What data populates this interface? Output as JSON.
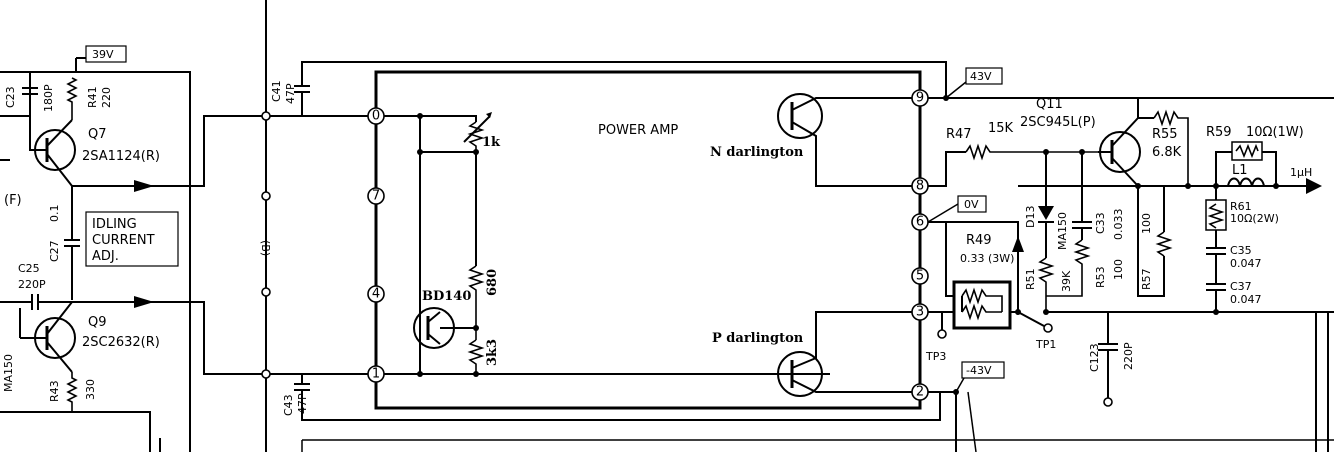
{
  "voltages": {
    "v39": "39V",
    "v43": "43V",
    "v0": "0V",
    "vneg43": "-43V"
  },
  "blocks": {
    "power_amp": "POWER AMP",
    "idling_line1": "IDLING",
    "idling_line2": "CURRENT",
    "idling_line3": "ADJ.",
    "b_label": "(B)"
  },
  "transistors": {
    "q7": "Q7",
    "q7_part": "2SA1124(R)",
    "q9": "Q9",
    "q9_part": "2SC2632(R)",
    "q11": "Q11",
    "q11_part": "2SC945L(P)",
    "n_darl": "N darlington",
    "p_darl": "P darlington",
    "bd140": "BD140",
    "f_label": "(F)"
  },
  "components": {
    "c23": "C23",
    "c23_val": "180P",
    "r41": "R41",
    "r41_val": "220",
    "c27": "C27",
    "c27_val": "0.1",
    "c25": "C25",
    "c25_val": "220P",
    "ma150_left": "MA150",
    "r43": "R43",
    "r43_val": "330",
    "c41": "C41",
    "c41_val": "47P",
    "c43": "C43",
    "c43_val": "47P",
    "trim_1k": "1k",
    "r680": "680",
    "r3k3": "3k3",
    "r47": "R47",
    "r47_val": "15K",
    "r55": "R55",
    "r55_val": "6.8K",
    "r59": "R59",
    "r59_val": "10Ω(1W)",
    "l1": "L1",
    "l1_val": "1μH",
    "r61": "R61",
    "r61_val": "10Ω(2W)",
    "c35": "C35",
    "c35_val": "0.047",
    "c37": "C37",
    "c37_val": "0.047",
    "d13": "D13",
    "ma150": "MA150",
    "c33": "C33",
    "c33_val": "0.033",
    "r57_val": "100",
    "r57": "R57",
    "r53": "R53",
    "r53_val": "100",
    "r51": "R51",
    "r51_val": "39K",
    "r49": "R49",
    "r49_val": "0.33 (3W)",
    "c123": "C123",
    "c123_val": "220P",
    "tp1": "TP1",
    "tp3": "TP3"
  },
  "pins": {
    "p0": "0",
    "p7": "7",
    "p4": "4",
    "p1": "1",
    "p9": "9",
    "p8": "8",
    "p6": "6",
    "p5": "5",
    "p3": "3",
    "p2": "2"
  }
}
